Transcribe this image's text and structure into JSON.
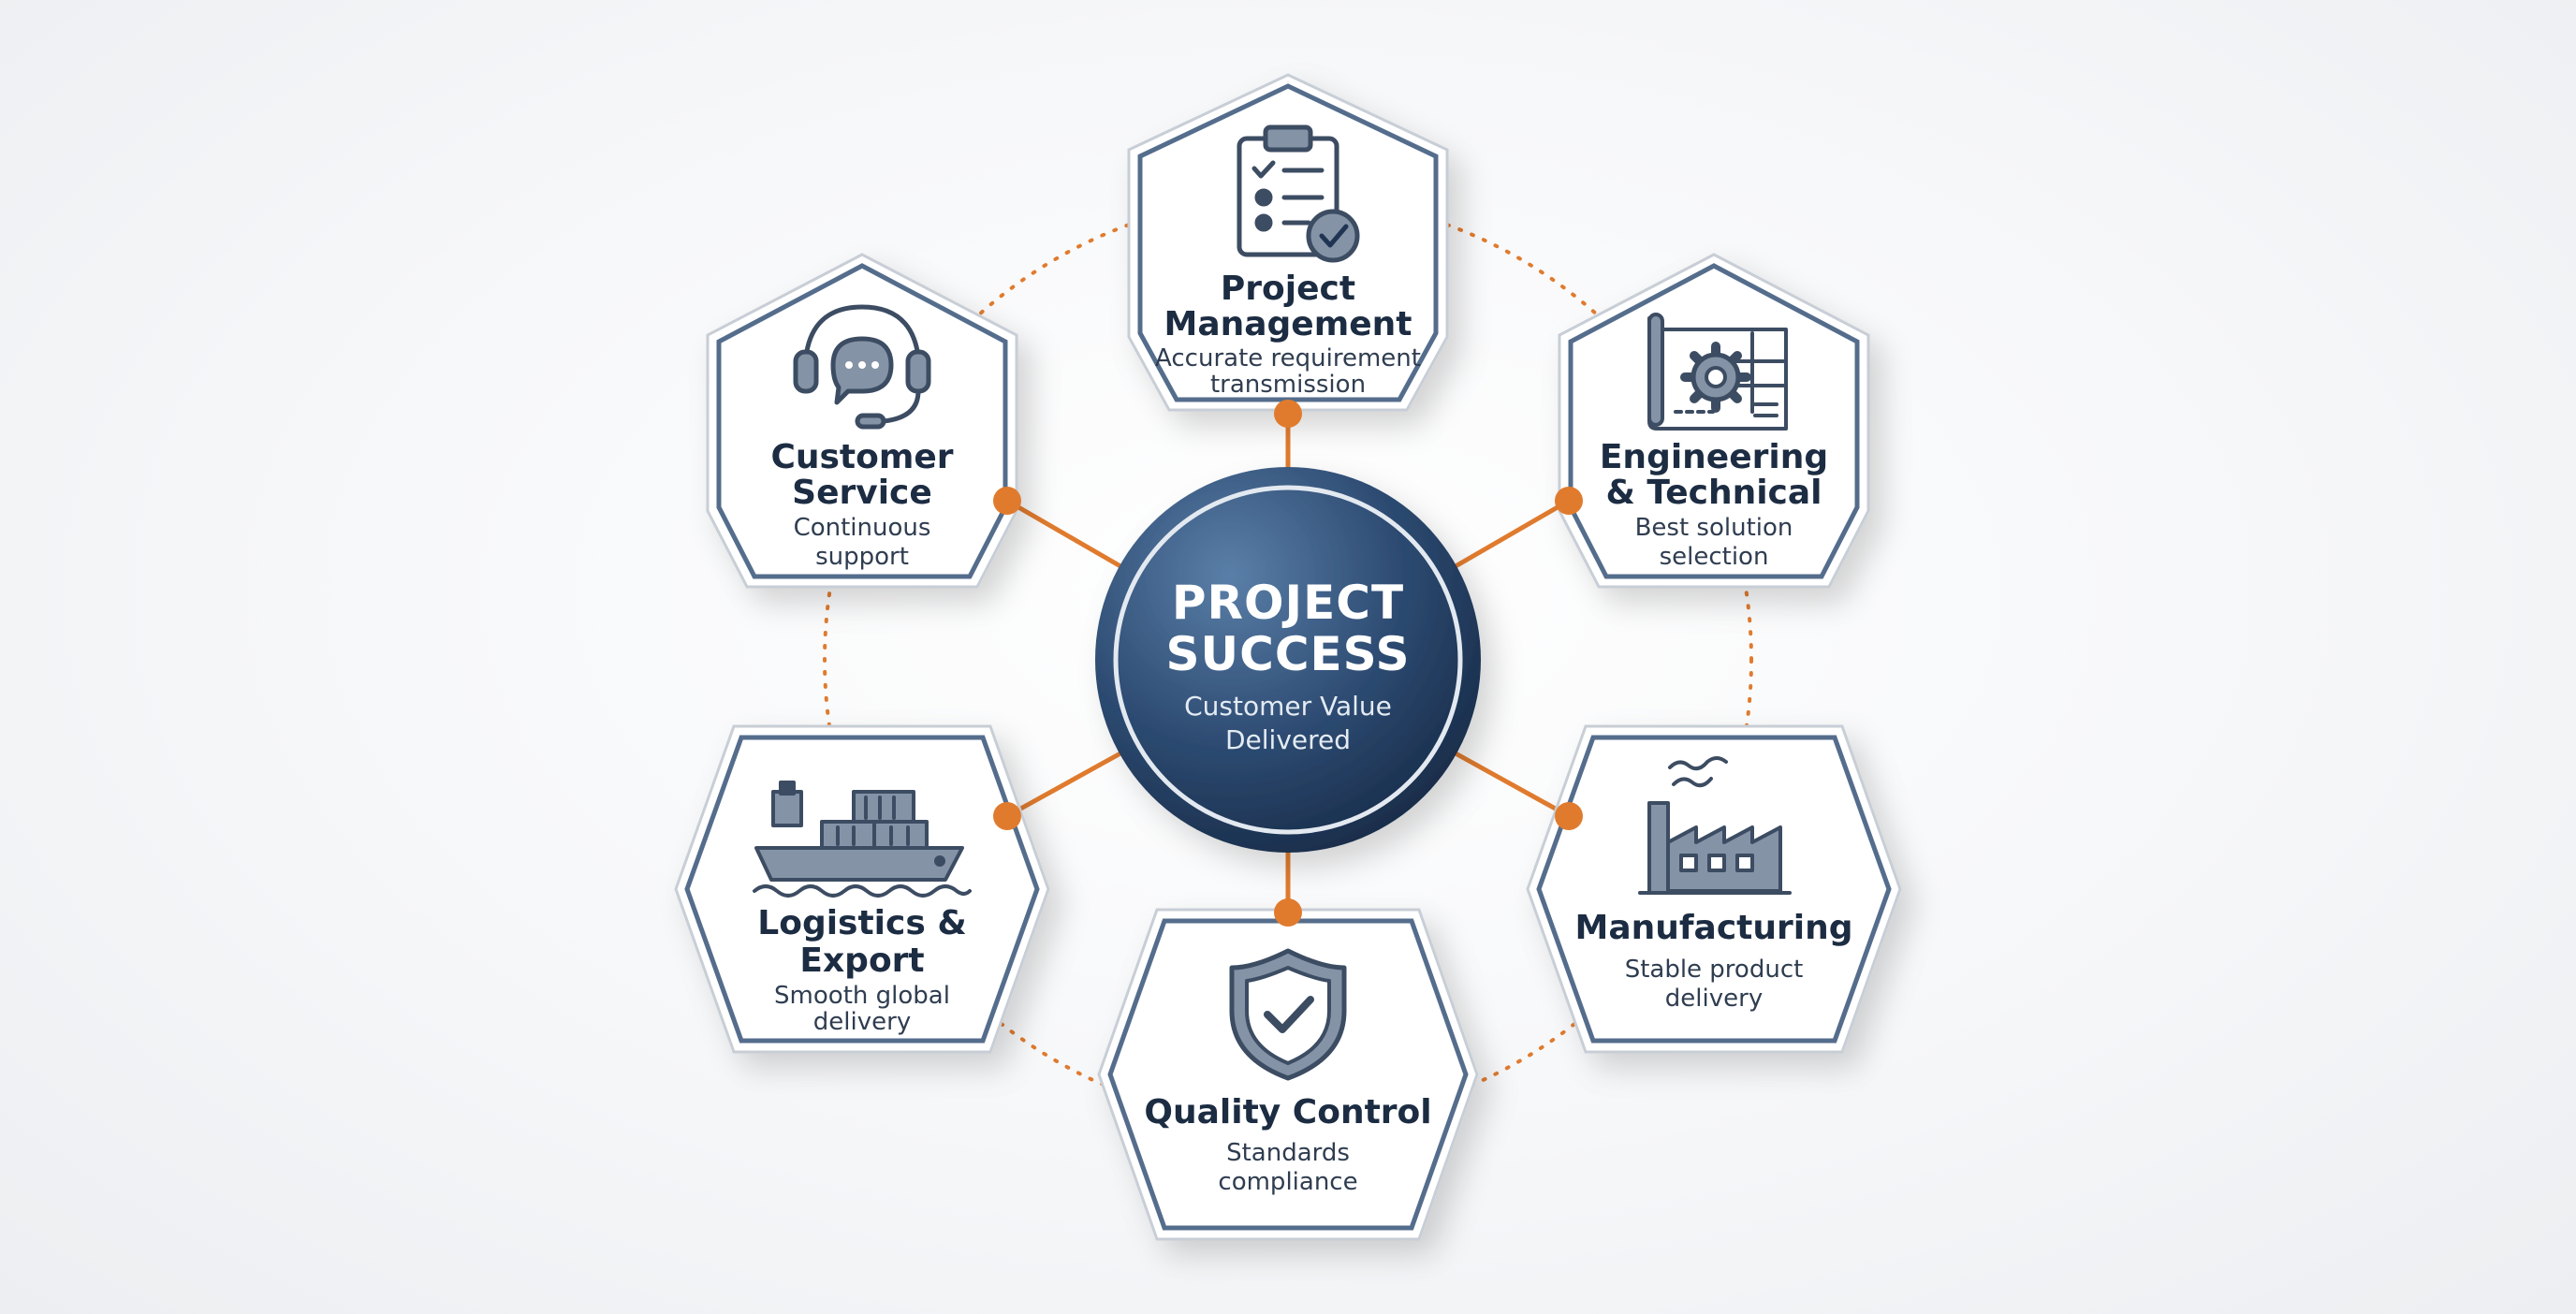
{
  "colors": {
    "navy": "#1f3553",
    "outline": "#546d8c",
    "accent": "#e07b2e",
    "icon": "#3c4c62",
    "icon_fill": "#8593a6"
  },
  "center": {
    "title_line1": "PROJECT",
    "title_line2": "SUCCESS",
    "subtitle_line1": "Customer Value",
    "subtitle_line2": "Delivered"
  },
  "nodes": {
    "project_management": {
      "icon": "clipboard-checklist-icon",
      "title_line1": "Project",
      "title_line2": "Management",
      "subtitle_line1": "Accurate requirement",
      "subtitle_line2": "transmission"
    },
    "engineering_technical": {
      "icon": "blueprint-gear-icon",
      "title_line1": "Engineering",
      "title_line2": "& Technical",
      "subtitle_line1": "Best solution",
      "subtitle_line2": "selection"
    },
    "manufacturing": {
      "icon": "factory-icon",
      "title_line1": "Manufacturing",
      "subtitle_line1": "Stable product",
      "subtitle_line2": "delivery"
    },
    "quality_control": {
      "icon": "shield-check-icon",
      "title_line1": "Quality Control",
      "subtitle_line1": "Standards",
      "subtitle_line2": "compliance"
    },
    "logistics_export": {
      "icon": "cargo-ship-icon",
      "title_line1": "Logistics &",
      "title_line2": "Export",
      "subtitle_line1": "Smooth global",
      "subtitle_line2": "delivery"
    },
    "customer_service": {
      "icon": "headset-chat-icon",
      "title_line1": "Customer",
      "title_line2": "Service",
      "subtitle_line1": "Continuous",
      "subtitle_line2": "support"
    }
  }
}
